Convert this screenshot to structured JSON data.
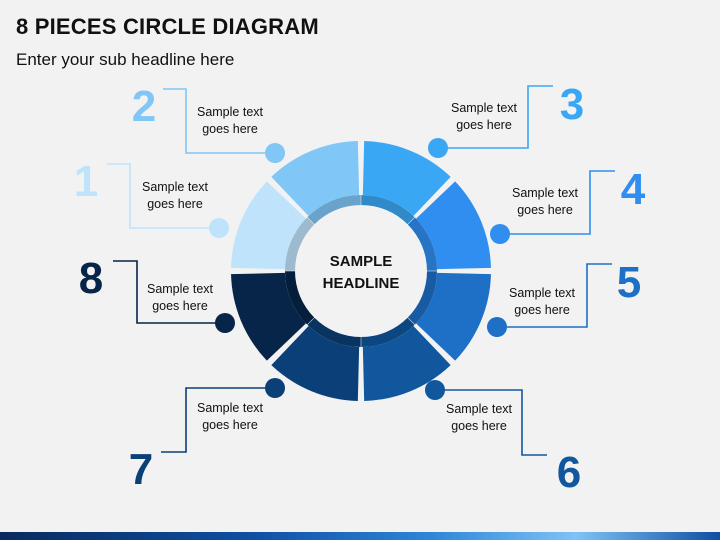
{
  "title": "8 PIECES CIRCLE DIAGRAM",
  "subtitle": "Enter your sub headline here",
  "center": {
    "line1": "SAMPLE",
    "line2": "HEADLINE"
  },
  "segments": [
    {
      "number": "1",
      "text1": "Sample text",
      "text2": "goes here",
      "color": "#bfe3fb"
    },
    {
      "number": "2",
      "text1": "Sample text",
      "text2": "goes here",
      "color": "#80c6f6"
    },
    {
      "number": "3",
      "text1": "Sample text",
      "text2": "goes here",
      "color": "#3aa7f4"
    },
    {
      "number": "4",
      "text1": "Sample text",
      "text2": "goes here",
      "color": "#2f8ef0"
    },
    {
      "number": "5",
      "text1": "Sample text",
      "text2": "goes here",
      "color": "#1e6fc6"
    },
    {
      "number": "6",
      "text1": "Sample text",
      "text2": "goes here",
      "color": "#10579e"
    },
    {
      "number": "7",
      "text1": "Sample text",
      "text2": "goes here",
      "color": "#0b3f77"
    },
    {
      "number": "8",
      "text1": "Sample text",
      "text2": "goes here",
      "color": "#062548"
    }
  ]
}
